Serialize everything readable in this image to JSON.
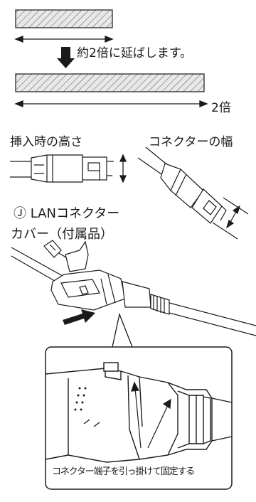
{
  "texts": {
    "extend_instruction": "約2倍に延ばします。",
    "double_label": "2倍",
    "insert_height_label": "挿入時の高さ",
    "connector_width_label": "コネクターの幅",
    "cover_label_line1": "Ⓙ LANコネクター",
    "cover_label_line2": "カバー（付属品）",
    "callout_caption": "コネクター端子を引っ掛けて固定する"
  },
  "colors": {
    "line": "#1a1a1a",
    "hatch_fill": "#e8e8e8",
    "background": "#ffffff"
  },
  "icons": {
    "down_arrow": "down-arrow-icon",
    "pull_arrow": "pull-direction-arrow-icon"
  }
}
